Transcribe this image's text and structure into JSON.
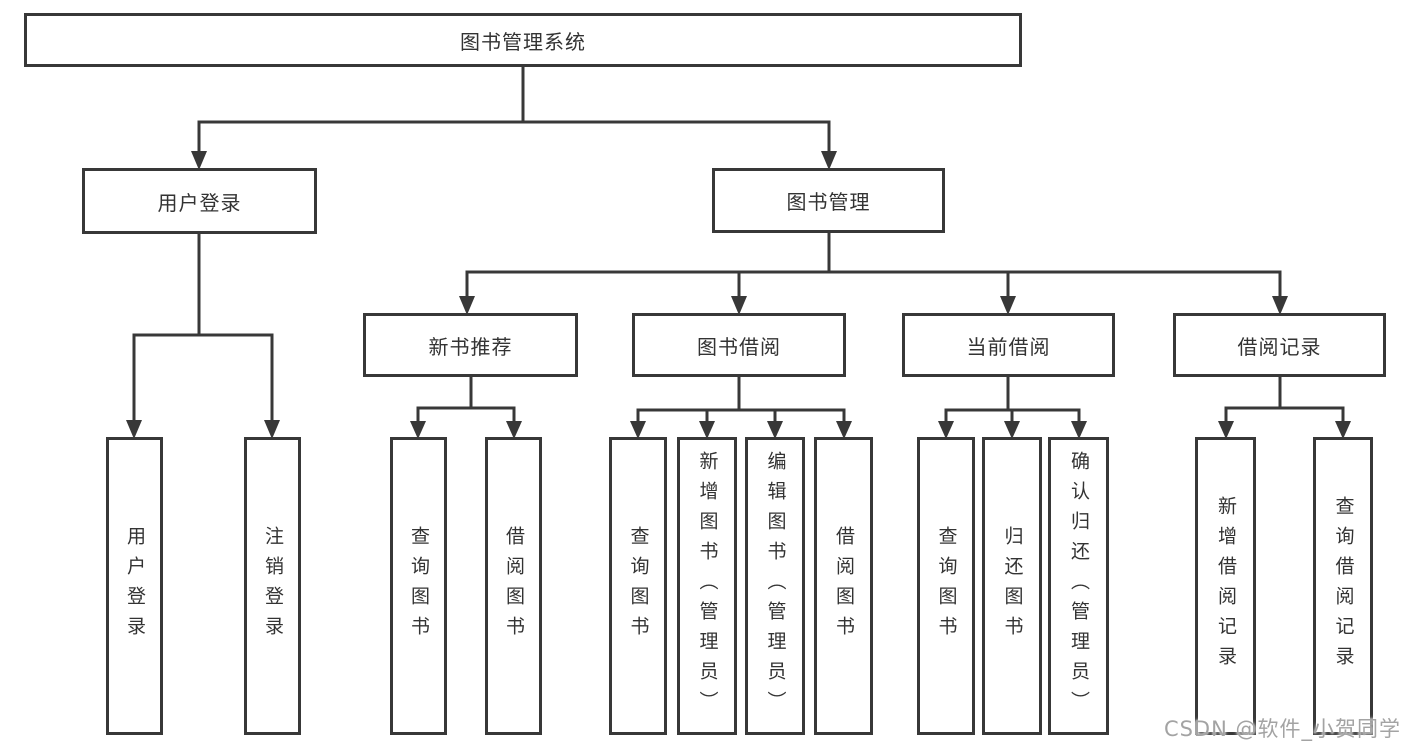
{
  "diagram_title": "图书管理系统",
  "tree": {
    "root": {
      "label": "图书管理系统",
      "children": [
        {
          "label": "用户登录",
          "children": [
            {
              "label": "用户登录"
            },
            {
              "label": "注销登录"
            }
          ]
        },
        {
          "label": "图书管理",
          "children": [
            {
              "label": "新书推荐",
              "children": [
                {
                  "label": "查询图书"
                },
                {
                  "label": "借阅图书"
                }
              ]
            },
            {
              "label": "图书借阅",
              "children": [
                {
                  "label": "查询图书"
                },
                {
                  "label": "新增图书（管理员）"
                },
                {
                  "label": "编辑图书（管理员）"
                },
                {
                  "label": "借阅图书"
                }
              ]
            },
            {
              "label": "当前借阅",
              "children": [
                {
                  "label": "查询图书"
                },
                {
                  "label": "归还图书"
                },
                {
                  "label": "确认归还（管理员）"
                }
              ]
            },
            {
              "label": "借阅记录",
              "children": [
                {
                  "label": "新增借阅记录"
                },
                {
                  "label": "查询借阅记录"
                }
              ]
            }
          ]
        }
      ]
    }
  },
  "watermark": "CSDN @软件_小贺同学",
  "colors": {
    "line": "#383838",
    "text": "#333333",
    "watermark_text": "#a3a3a3",
    "background": "#ffffff"
  }
}
